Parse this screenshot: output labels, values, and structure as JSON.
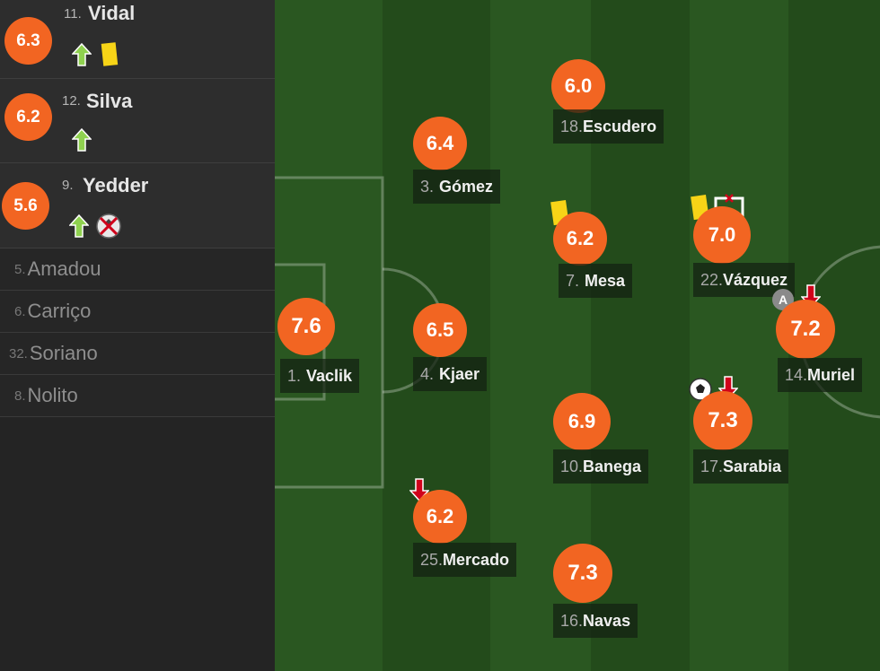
{
  "colors": {
    "rating": "#f26522",
    "pitch_dark": "#234b1b",
    "pitch_light": "#2b5a22",
    "sub_in": "#8fd14f",
    "sub_out": "#d0021b",
    "yellow_card": "#f7d417"
  },
  "subs": [
    {
      "rating": "6.3",
      "number": "11.",
      "name": "Vidal",
      "events": [
        "sub-in-arrow-icon",
        "yellow-card-icon"
      ]
    },
    {
      "rating": "6.2",
      "number": "12.",
      "name": "Silva",
      "events": [
        "sub-in-arrow-icon"
      ]
    },
    {
      "rating": "5.6",
      "number": "9.",
      "name": "Yedder",
      "events": [
        "sub-in-arrow-icon",
        "missed-penalty-icon"
      ]
    }
  ],
  "bench": [
    {
      "number": "5.",
      "name": "Amadou"
    },
    {
      "number": "6.",
      "name": "Carriço"
    },
    {
      "number": "32.",
      "name": "Soriano"
    },
    {
      "number": "8.",
      "name": "Nolito"
    }
  ],
  "lineup": [
    {
      "rating": "7.6",
      "number": "1.",
      "name": "Vaclik",
      "events": []
    },
    {
      "rating": "6.4",
      "number": "3.",
      "name": "Gómez",
      "events": []
    },
    {
      "rating": "6.5",
      "number": "4.",
      "name": "Kjaer",
      "events": []
    },
    {
      "rating": "6.2",
      "number": "25.",
      "name": "Mercado",
      "events": [
        "sub-out-arrow-icon"
      ]
    },
    {
      "rating": "6.0",
      "number": "18.",
      "name": "Escudero",
      "events": []
    },
    {
      "rating": "6.2",
      "number": "7.",
      "name": "Mesa",
      "events": [
        "yellow-card-icon"
      ]
    },
    {
      "rating": "6.9",
      "number": "10.",
      "name": "Banega",
      "events": []
    },
    {
      "rating": "7.3",
      "number": "16.",
      "name": "Navas",
      "events": []
    },
    {
      "rating": "7.0",
      "number": "22.",
      "name": "Vázquez",
      "events": [
        "yellow-card-icon",
        "goal-post-icon"
      ]
    },
    {
      "rating": "7.3",
      "number": "17.",
      "name": "Sarabia",
      "events": [
        "goal-ball-icon",
        "sub-out-arrow-icon"
      ]
    },
    {
      "rating": "7.2",
      "number": "14.",
      "name": "Muriel",
      "events": [
        "assist-icon",
        "sub-out-arrow-icon"
      ]
    }
  ]
}
